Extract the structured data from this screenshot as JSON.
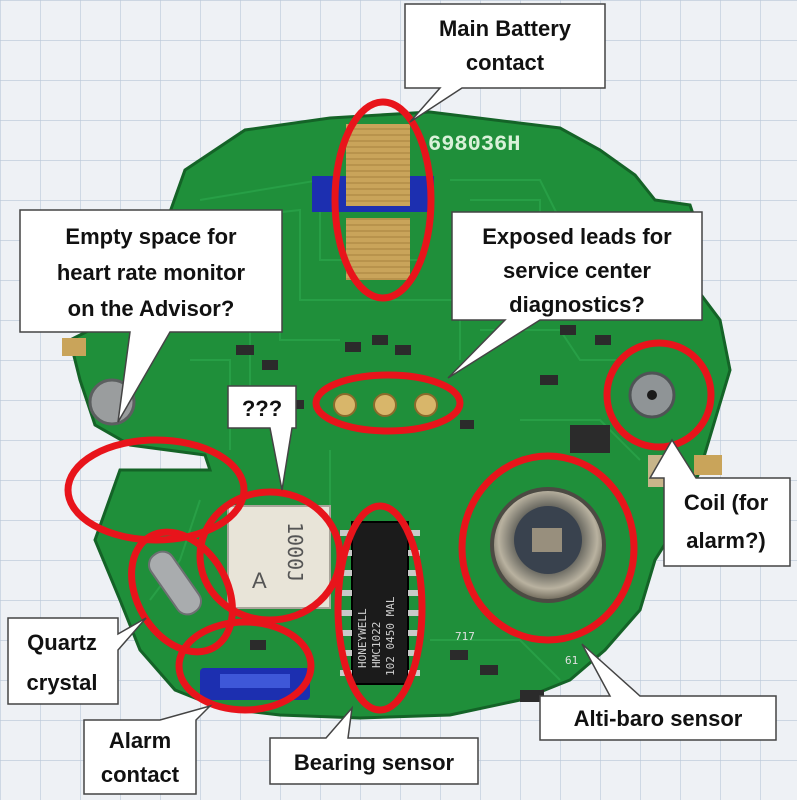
{
  "colors": {
    "mark": "#e8141b",
    "board": "#1f8f3a",
    "board_dark": "#166b2b",
    "grid_paper": "#eef1f5",
    "grid_line": "#b9c7d8",
    "gold": "#c9a45a",
    "callout_fill": "#ffffff"
  },
  "board": {
    "print_code": "698036H",
    "crystal_top": "1000J",
    "crystal_bottom": "A",
    "chip_line1": "HONEYWELL",
    "chip_line2": "HMC1022",
    "chip_line3": "102 0450 MAL",
    "small_code1": "717",
    "small_code2": "61"
  },
  "callouts": {
    "battery": [
      "Main Battery",
      "contact"
    ],
    "empty_space": [
      "Empty space for",
      "heart rate monitor",
      "on the Advisor?"
    ],
    "leads": [
      "Exposed leads for",
      "service center",
      "diagnostics?"
    ],
    "unknown": [
      "???"
    ],
    "coil": [
      "Coil (for",
      "alarm?)"
    ],
    "quartz": [
      "Quartz",
      "crystal"
    ],
    "alarm": [
      "Alarm",
      "contact"
    ],
    "bearing": [
      "Bearing sensor"
    ],
    "altibaro": [
      "Alti-baro sensor"
    ]
  }
}
